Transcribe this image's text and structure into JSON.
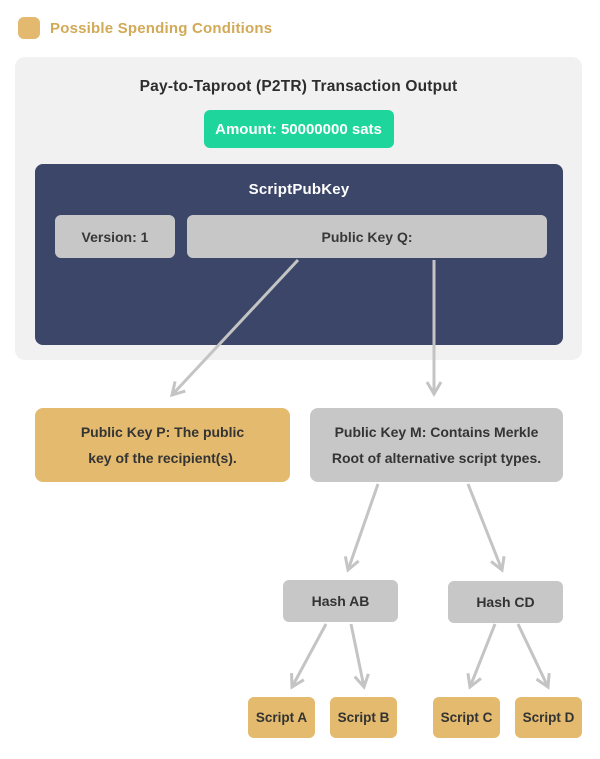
{
  "legend": {
    "label": "Possible Spending Conditions"
  },
  "card": {
    "title": "Pay-to-Taproot (P2TR) Transaction Output",
    "amount_label": "Amount: 50000000 sats",
    "scriptpubkey": {
      "title": "ScriptPubKey",
      "version_label": "Version: 1",
      "public_key_q_label": "Public Key Q:"
    }
  },
  "nodes": {
    "public_key_p": {
      "line1": "Public Key P: The public",
      "line2": "key of the recipient(s)."
    },
    "public_key_m": {
      "line1": "Public Key M: Contains Merkle",
      "line2": "Root of alternative script types."
    },
    "hash_ab": "Hash AB",
    "hash_cd": "Hash CD",
    "script_a": "Script A",
    "script_b": "Script B",
    "script_c": "Script C",
    "script_d": "Script D"
  },
  "colors": {
    "accent_tan": "#e3ba6e",
    "legend_text": "#d2a957",
    "card_bg": "#f1f1f2",
    "navy": "#3b4668",
    "green": "#1ed69b",
    "gray_box": "#c7c7c7",
    "arrow": "#c4c4c4",
    "text_dark": "#333333"
  }
}
